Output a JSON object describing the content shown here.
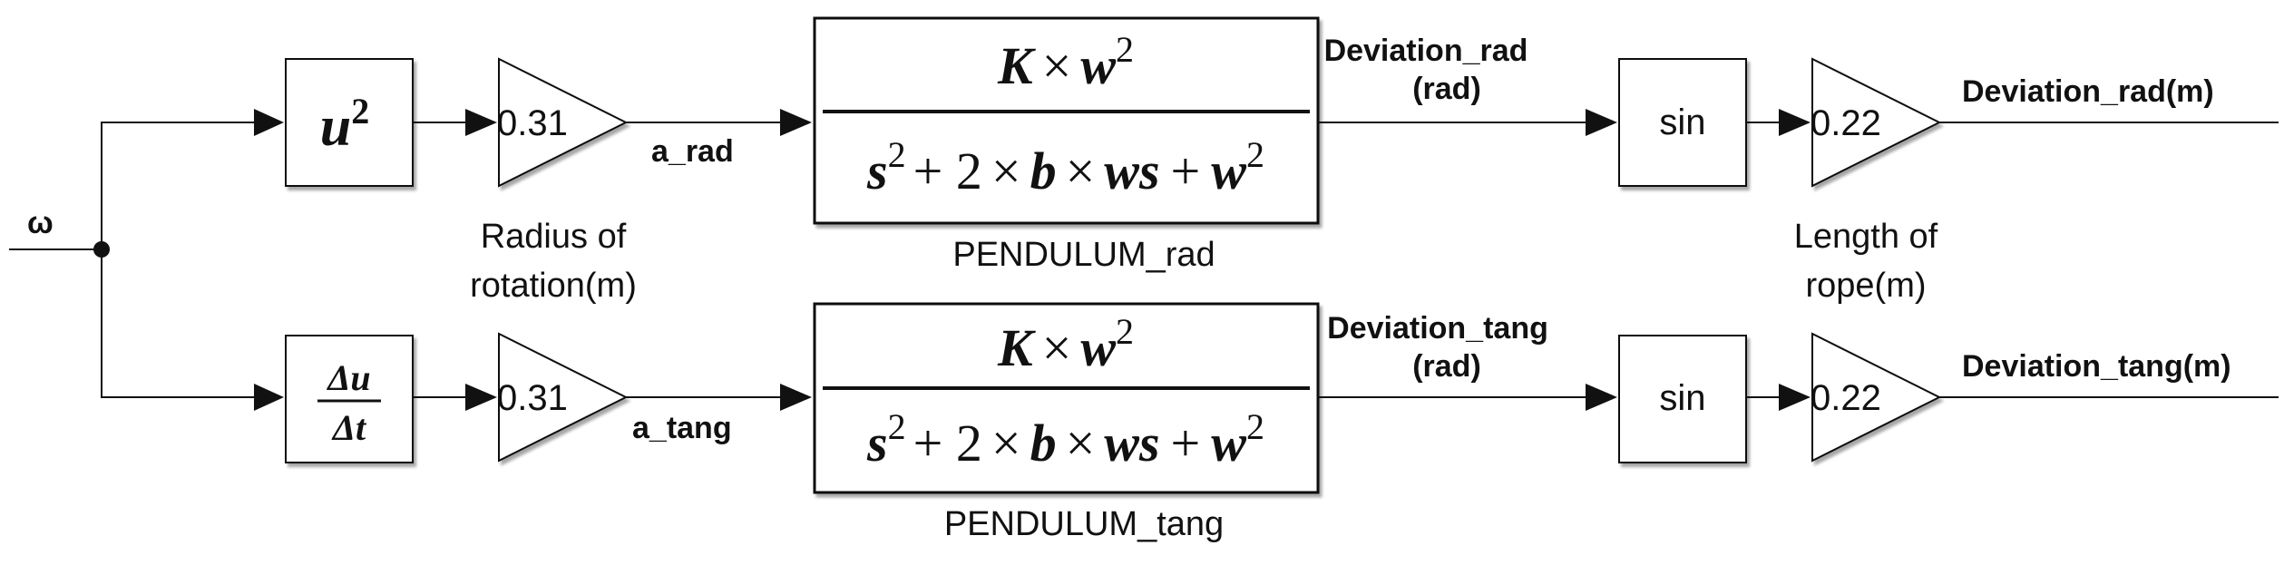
{
  "input": {
    "label": "ω"
  },
  "rad": {
    "square_base": "u",
    "square_exp": "2",
    "gain_radius": "0.31",
    "signal_in": "a_rad",
    "tf": {
      "num": [
        "K",
        "×",
        "w",
        "2"
      ],
      "den": [
        "s",
        "2",
        "+ 2",
        "×",
        "b",
        "×",
        "ws",
        "+",
        "w",
        "2"
      ]
    },
    "block_name": "PENDULUM_rad",
    "signal_out_1": "Deviation_rad",
    "signal_out_2": "(rad)",
    "sin_label": "sin",
    "gain_length": "0.22",
    "output_label": "Deviation_rad(m)"
  },
  "tang": {
    "deriv_num": "Δu",
    "deriv_den": "Δt",
    "gain_radius": "0.31",
    "signal_in": "a_tang",
    "tf": {
      "num": [
        "K",
        "×",
        "w",
        "2"
      ],
      "den": [
        "s",
        "2",
        "+ 2",
        "×",
        "b",
        "×",
        "ws",
        "+",
        "w",
        "2"
      ]
    },
    "block_name": "PENDULUM_tang",
    "signal_out_1": "Deviation_tang",
    "signal_out_2": "(rad)",
    "sin_label": "sin",
    "gain_length": "0.22",
    "output_label": "Deviation_tang(m)"
  },
  "annotations": {
    "radius_1": "Radius of",
    "radius_2": "rotation(m)",
    "length_1": "Length of",
    "length_2": "rope(m)"
  }
}
